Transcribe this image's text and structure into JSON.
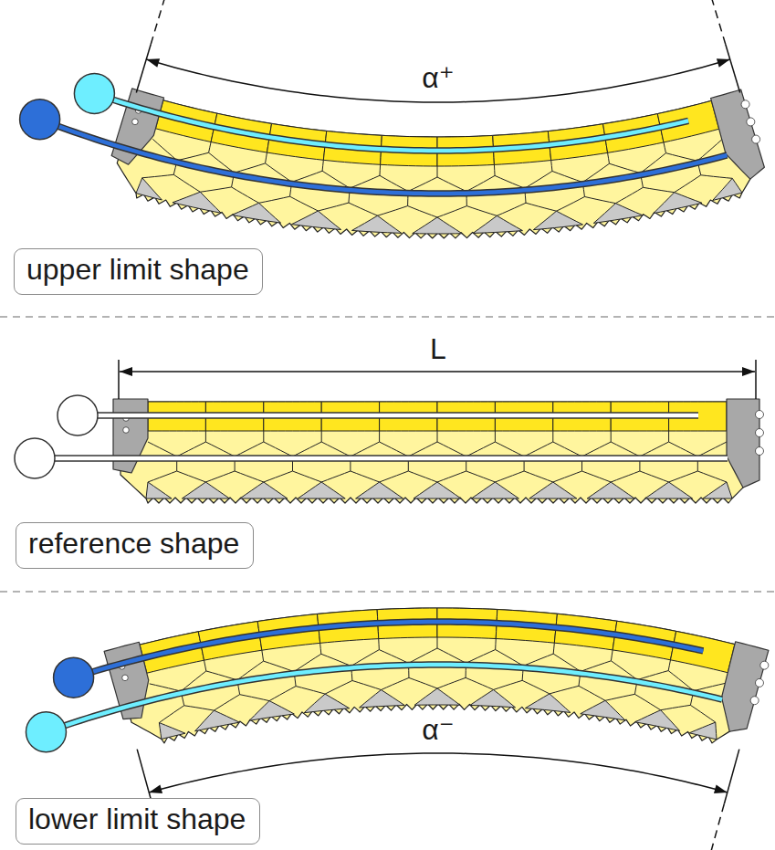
{
  "diagram": {
    "nodes": [
      {
        "text": [
          "upper limit shape"
        ]
      },
      {
        "text": [
          "reference shape"
        ]
      },
      {
        "text": [
          "lower limit shape"
        ]
      }
    ],
    "labels": [
      "α⁺",
      "L",
      "α⁻"
    ]
  }
}
